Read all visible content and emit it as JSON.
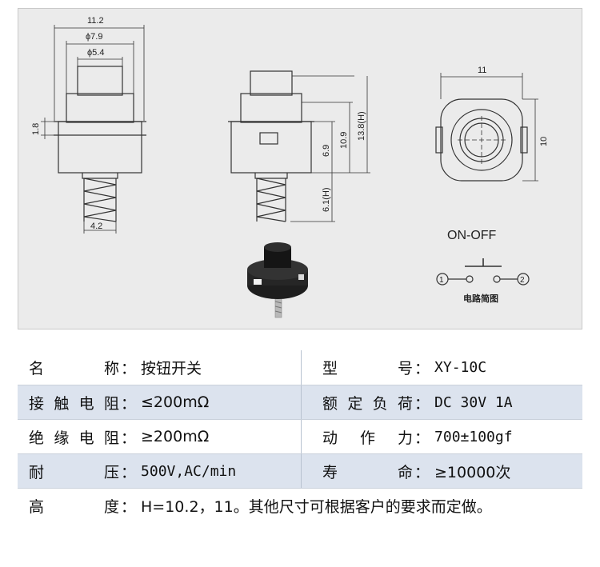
{
  "drawing": {
    "dims": {
      "width_overall": "11.2",
      "dia_1": "ϕ7.9",
      "dia_2": "ϕ5.4",
      "flange": "1.8",
      "spring": "4.2",
      "h_body": "6.9",
      "h_mid": "10.9",
      "h_total": "13.8(H)",
      "h_spring": "6.1(H)",
      "top_width": "11",
      "top_height": "10"
    },
    "circuit_title": "ON-OFF",
    "circuit_caption": "电路简图",
    "terminal_1": "1",
    "terminal_2": "2"
  },
  "specs": [
    {
      "left_key": "名 称",
      "left_val": "按钮开关",
      "right_key": "型 号",
      "right_val": "XY-10C"
    },
    {
      "left_key": "接触电阻",
      "left_val": "≤200mΩ",
      "right_key": "额定负荷",
      "right_val": "DC 30V 1A"
    },
    {
      "left_key": "绝缘电阻",
      "left_val": "≥200mΩ",
      "right_key": "动 作 力",
      "right_val": "700±100gf"
    },
    {
      "left_key": "耐 压",
      "left_val": "500V,AC/min",
      "right_key": "寿 命",
      "right_val": "≥10000次"
    }
  ],
  "footer": {
    "key": "高 度",
    "val": "H=10.2，11。其他尺寸可根据客户的要求而定做。"
  },
  "colon": "："
}
